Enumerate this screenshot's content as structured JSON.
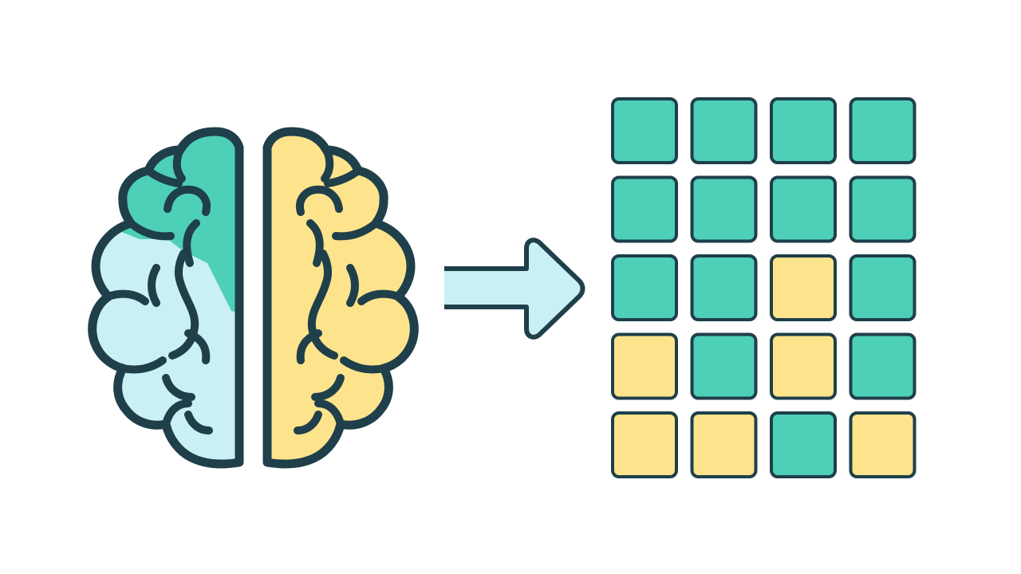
{
  "colors": {
    "outline": "#1f3f4a",
    "teal": "#4ecfb8",
    "yellow": "#fde48c",
    "light_blue": "#c9f1f5",
    "background": "#ffffff"
  },
  "icons": {
    "brain": "brain-icon",
    "arrow": "arrow-right-icon",
    "grid": "tile-grid"
  },
  "grid": {
    "rows": 5,
    "cols": 4,
    "cells": [
      [
        "teal",
        "teal",
        "teal",
        "teal"
      ],
      [
        "teal",
        "teal",
        "teal",
        "teal"
      ],
      [
        "teal",
        "teal",
        "yellow",
        "teal"
      ],
      [
        "yellow",
        "teal",
        "yellow",
        "teal"
      ],
      [
        "yellow",
        "yellow",
        "teal",
        "yellow"
      ]
    ]
  }
}
